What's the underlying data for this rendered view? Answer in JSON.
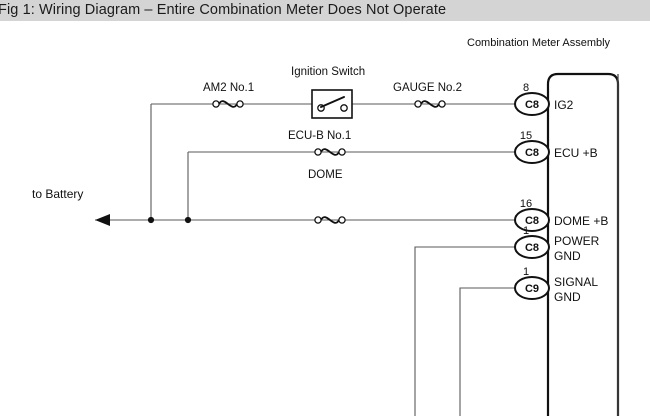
{
  "title_bar": {
    "text": "Fig 1: Wiring Diagram – Entire Combination Meter Does Not Operate"
  },
  "diagram": {
    "assembly_label": "Combination Meter Assembly",
    "battery_label": "to Battery",
    "ignition_switch_label": "Ignition Switch",
    "fuses": [
      {
        "name": "fuse-am2-no1",
        "label": "AM2 No.1"
      },
      {
        "name": "fuse-gauge-no2",
        "label": "GAUGE No.2"
      },
      {
        "name": "fuse-ecub-no1",
        "label": "ECU-B No.1"
      },
      {
        "name": "fuse-dome",
        "label": "DOME"
      }
    ],
    "connectors": [
      {
        "name": "connector-ig2",
        "pin": "8",
        "code": "C8",
        "signal_line1": "IG2",
        "signal_line2": ""
      },
      {
        "name": "connector-ecu-b",
        "pin": "15",
        "code": "C8",
        "signal_line1": "ECU +B",
        "signal_line2": ""
      },
      {
        "name": "connector-dome-b",
        "pin": "16",
        "code": "C8",
        "signal_line1": "DOME +B",
        "signal_line2": ""
      },
      {
        "name": "connector-power-gnd",
        "pin": "1",
        "code": "C8",
        "signal_line1": "POWER",
        "signal_line2": "GND"
      },
      {
        "name": "connector-signal-gnd",
        "pin": "1",
        "code": "C9",
        "signal_line1": "SIGNAL",
        "signal_line2": "GND"
      }
    ],
    "colors": {
      "title_bar_background": "#d4d4d4",
      "page_background": "#ffffff",
      "wire": "#5a5a5a",
      "ink": "#111111"
    }
  }
}
